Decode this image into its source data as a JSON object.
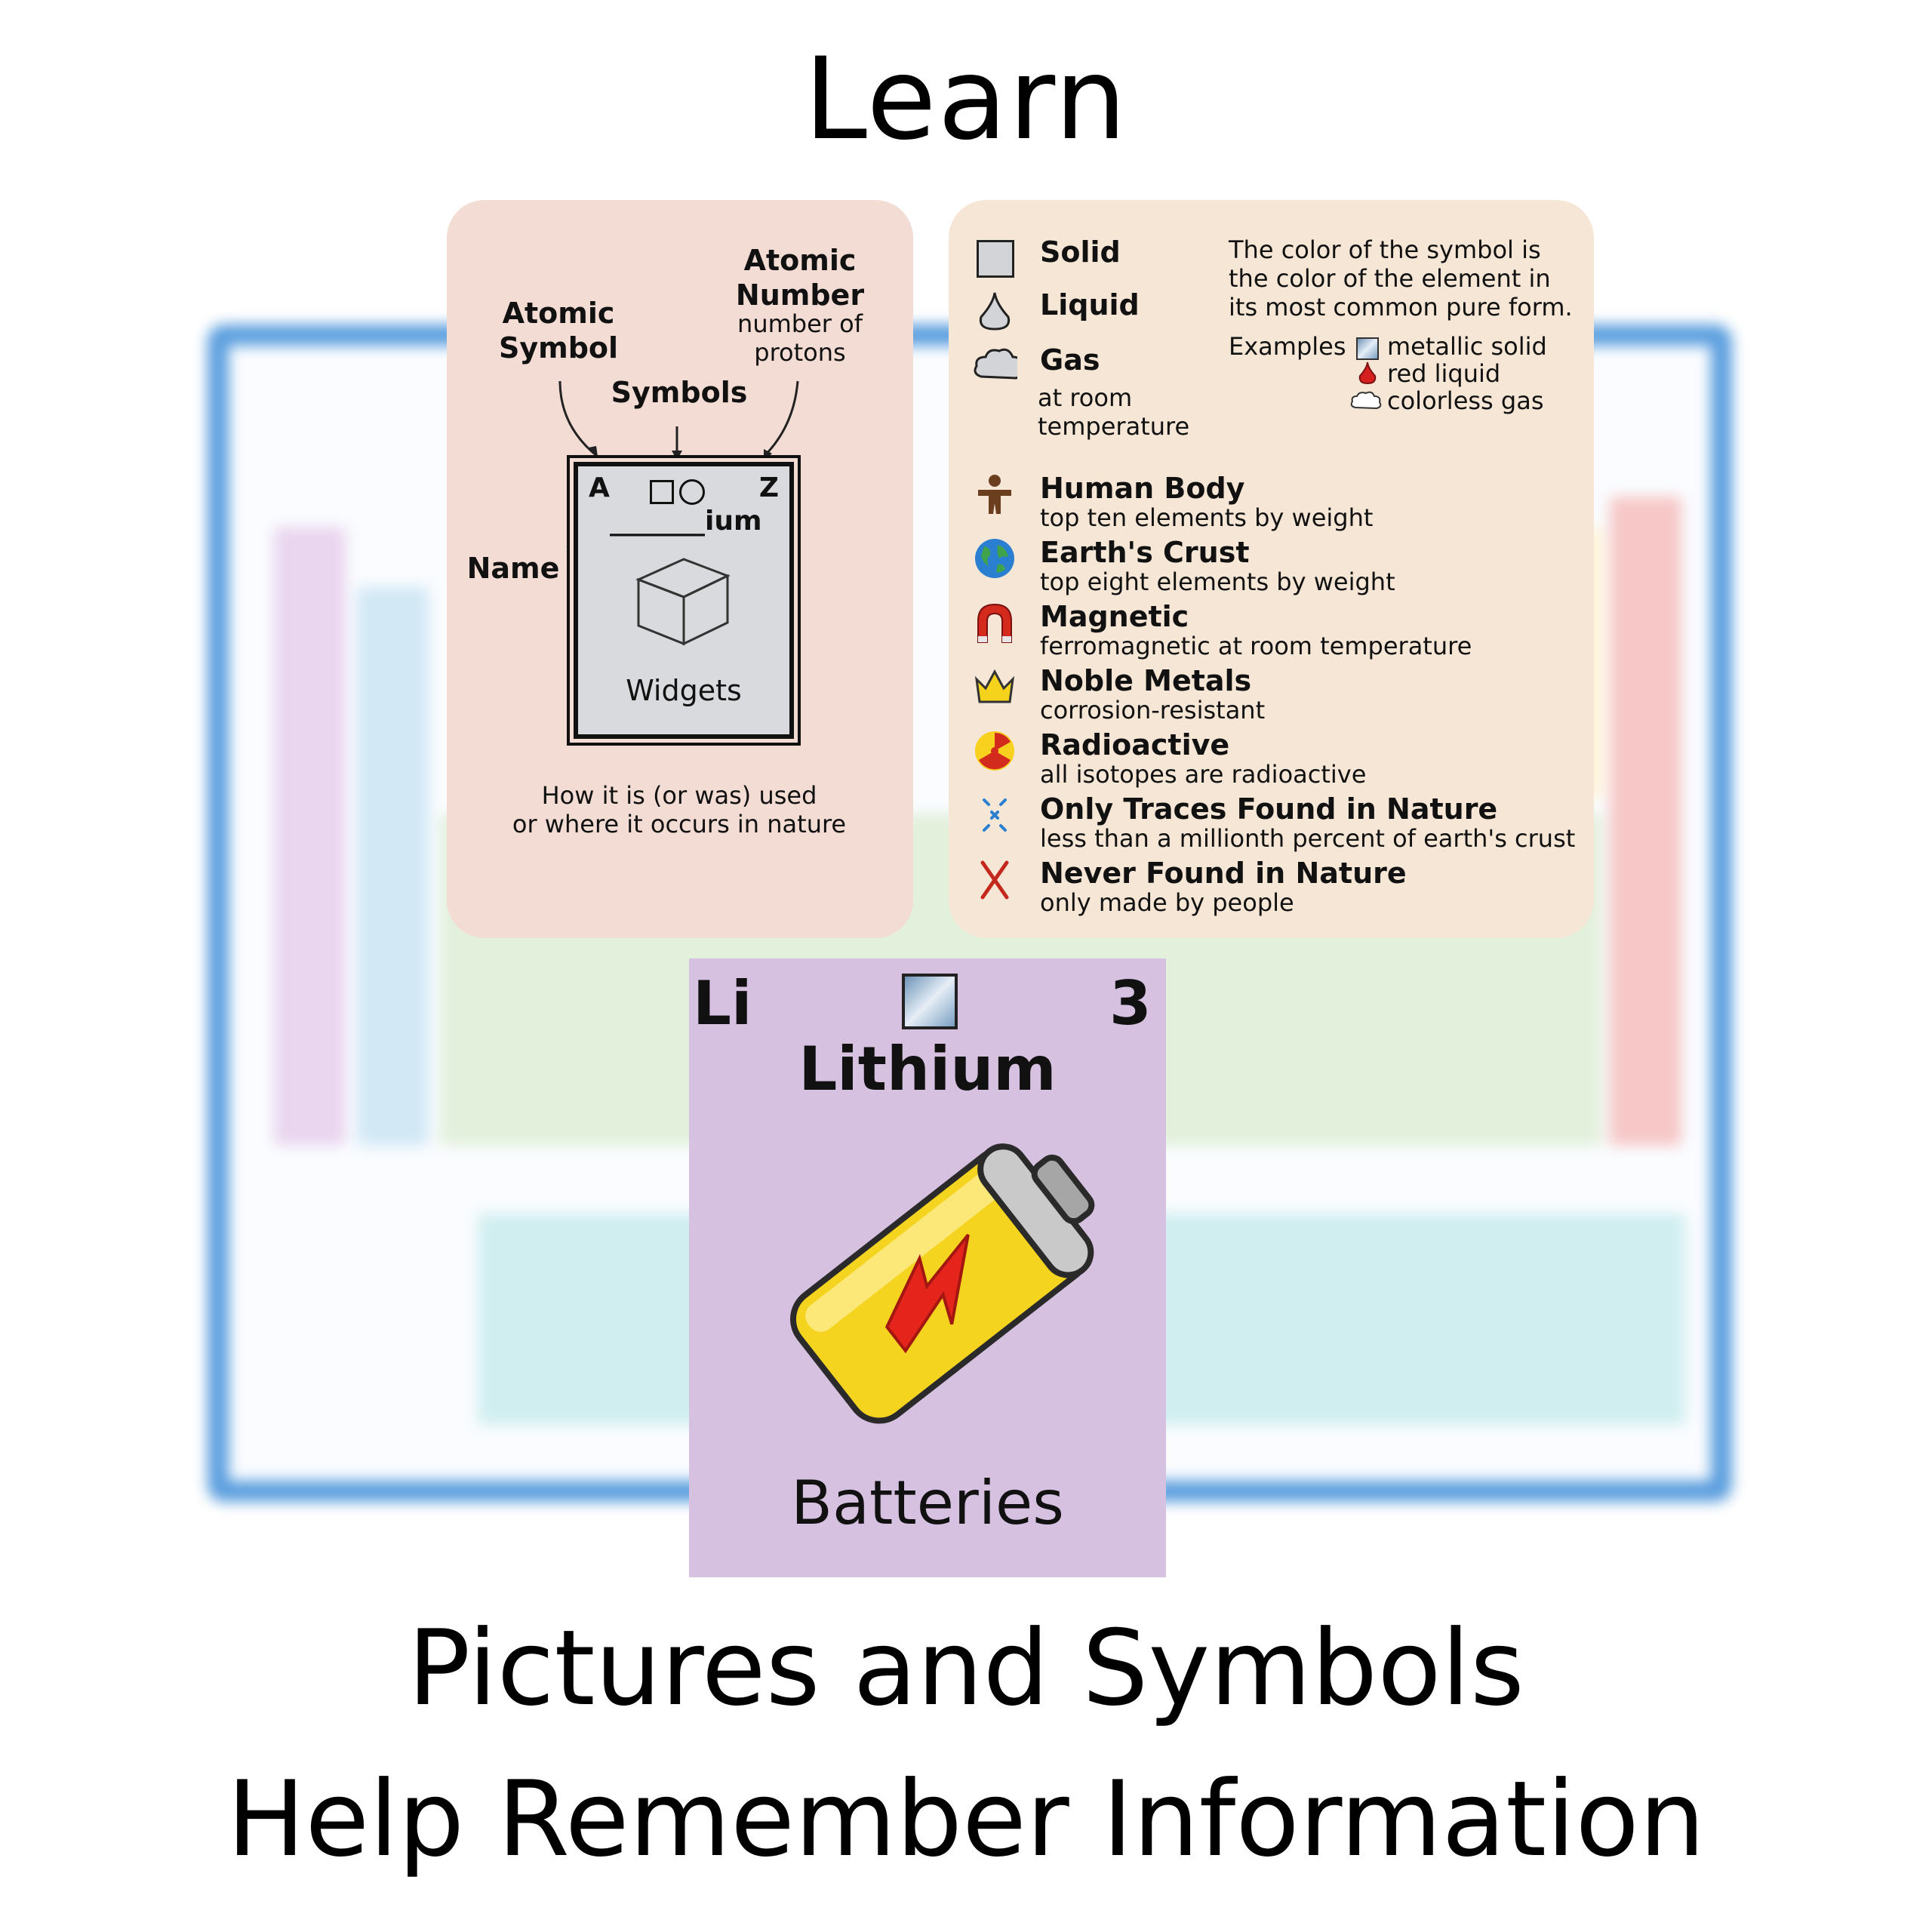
{
  "header": {
    "title": "Learn"
  },
  "key_card": {
    "atomic_number_title": "Atomic Number",
    "atomic_number_desc": "number of protons",
    "atomic_symbol_title": "Atomic Symbol",
    "symbols_label": "Symbols",
    "name_label": "Name",
    "box_a": "A",
    "box_z": "Z",
    "box_name": "_______ium",
    "box_use": "Widgets",
    "use_caption_1": "How it is (or was) used",
    "use_caption_2": "or where it occurs in nature"
  },
  "legend_card": {
    "states": [
      {
        "label": "Solid",
        "icon": "square-icon"
      },
      {
        "label": "Liquid",
        "icon": "drop-icon"
      },
      {
        "label": "Gas",
        "icon": "cloud-icon"
      }
    ],
    "state_note_1": "at room",
    "state_note_2": "temperature",
    "color_note_1": "The color of the symbol is",
    "color_note_2": "the color of the element in",
    "color_note_3": "its most common pure form.",
    "examples_label": "Examples",
    "examples": [
      "metallic solid",
      "red liquid",
      "colorless gas"
    ],
    "items": [
      {
        "title": "Human Body",
        "desc": "top ten elements by weight",
        "icon": "person-icon"
      },
      {
        "title": "Earth's Crust",
        "desc": "top eight elements by weight",
        "icon": "globe-icon"
      },
      {
        "title": "Magnetic",
        "desc": "ferromagnetic at room temperature",
        "icon": "magnet-icon"
      },
      {
        "title": "Noble Metals",
        "desc": "corrosion-resistant",
        "icon": "crown-icon"
      },
      {
        "title": "Radioactive",
        "desc": "all isotopes are radioactive",
        "icon": "radiation-icon"
      },
      {
        "title": "Only Traces Found in Nature",
        "desc": "less than a millionth percent of earth's crust",
        "icon": "trace-icon"
      },
      {
        "title": "Never Found in Nature",
        "desc": "only made by people",
        "icon": "x-icon"
      }
    ]
  },
  "element": {
    "symbol": "Li",
    "number": "3",
    "name": "Lithium",
    "use": "Batteries",
    "state_icon": "metallic-solid-icon",
    "picture_icon": "battery-icon"
  },
  "tagline": {
    "line1": "Pictures and Symbols",
    "line2": "Help Remember Information"
  },
  "colors": {
    "key_card_bg": "#f2dcd3",
    "legend_card_bg": "#f5e6d6",
    "element_card_bg": "#d7c1e1",
    "frame_blue": "#5a9ede"
  }
}
